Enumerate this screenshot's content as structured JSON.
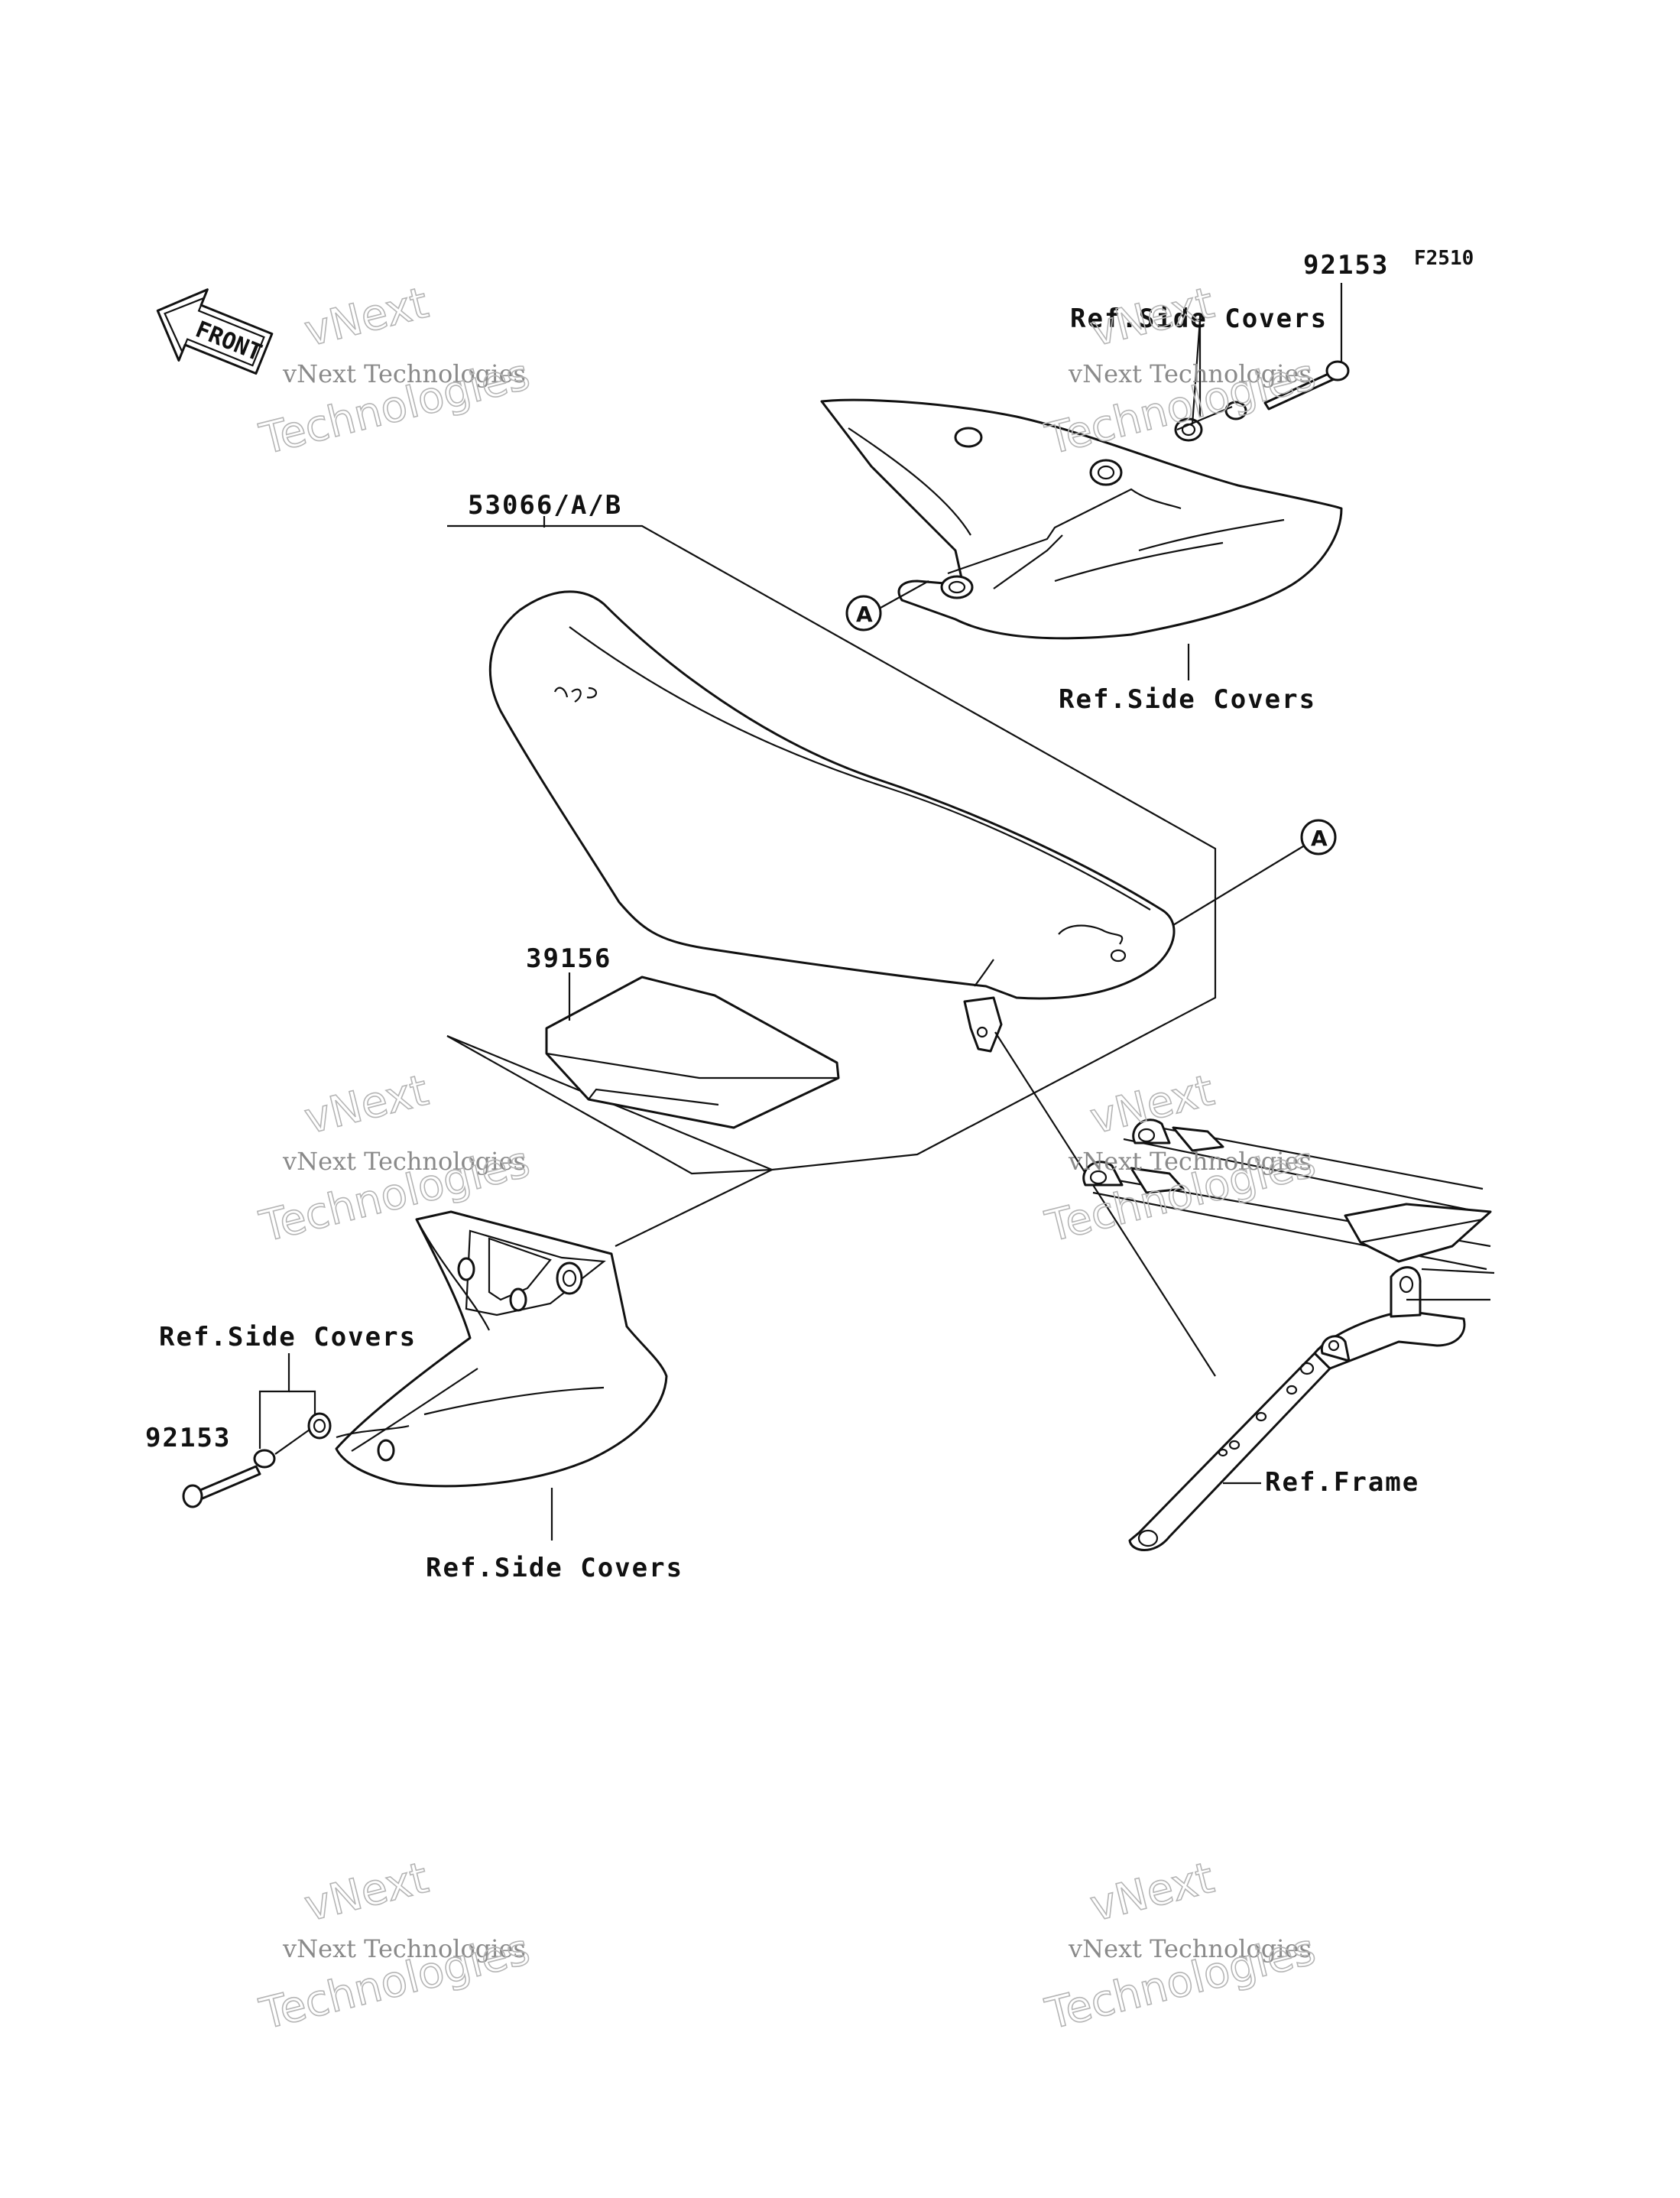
{
  "figure_code": "F2510",
  "front_arrow": {
    "label": "FRONT",
    "icon": "front-direction-arrow-icon"
  },
  "callout_letter": "A",
  "parts": {
    "bolt_top": "92153",
    "ref_side_covers_top_upper": "Ref.Side Covers",
    "ref_side_covers_top_lower": "Ref.Side Covers",
    "seat": "53066/A/B",
    "pad": "39156",
    "ref_side_covers_left_upper": "Ref.Side Covers",
    "bolt_left": "92153",
    "ref_side_covers_left_lower": "Ref.Side Covers",
    "ref_frame": "Ref.Frame"
  },
  "watermark": {
    "line1": "vNext Technologies",
    "line2": "Technologies",
    "line3": "vNext"
  }
}
